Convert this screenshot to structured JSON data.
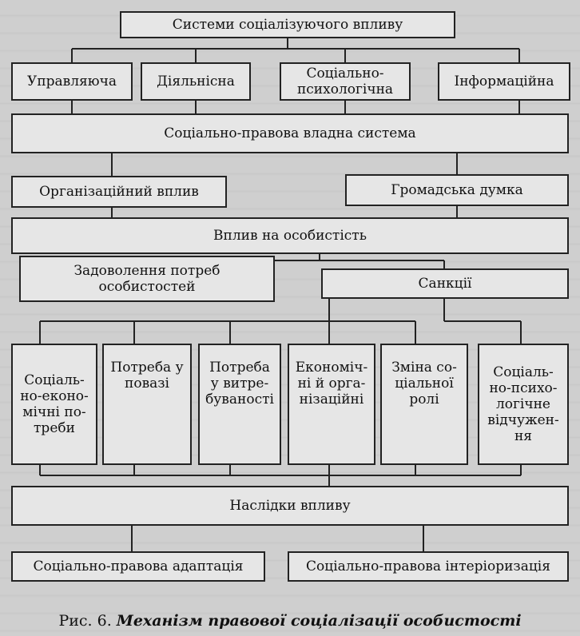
{
  "top": "Системи соціалізуючого впливу",
  "systems": [
    "Управляюча",
    "Діяльнісна",
    "Соціально-\nпсихологічна",
    "Інформаційна"
  ],
  "authority": "Соціально-правова владна система",
  "org_influence": "Організаційний вплив",
  "public_opinion": "Громадська думка",
  "personality": "Вплив на особистість",
  "needs": "Задоволення потреб\nособистостей",
  "sanctions": "Санкції",
  "factors": [
    "Соціаль-\nно-еконо-\nмічні по-\nтреби",
    "Потреба у\nповазі",
    "Потреба\nу витре-\nбуваності",
    "Економіч-\nні й орга-\nнізаційні",
    "Зміна со-\nціальної\nролі",
    "Соціаль-\nно-психо-\nлогічне\nвідчужен-\nня"
  ],
  "consequences": "Наслідки впливу",
  "outcomes": [
    "Соціально-правова адаптація",
    "Соціально-правова інтеріоризація"
  ],
  "caption": {
    "prefix": "Рис. 6. ",
    "title": "Механізм правової соціалізації особистості"
  }
}
